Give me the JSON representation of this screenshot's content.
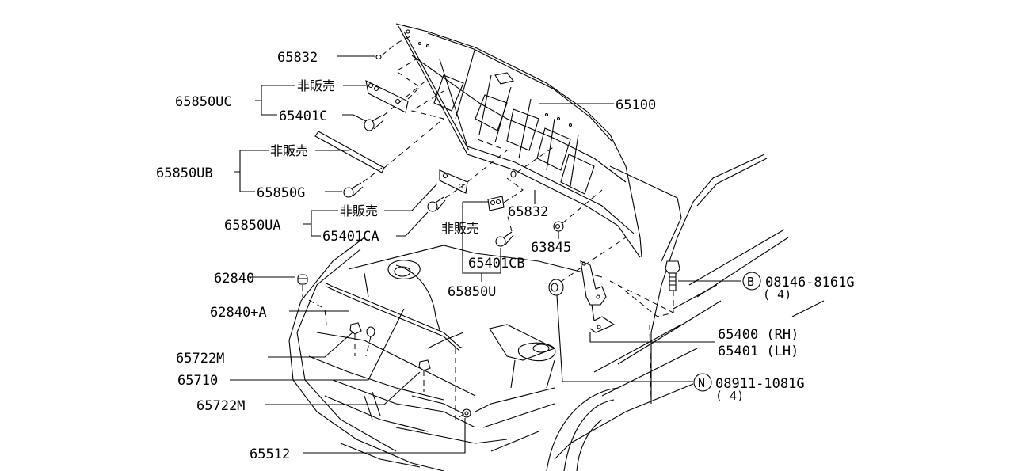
{
  "diagram": {
    "title": "Hood & fitting parts diagram",
    "callouts": {
      "p65832_top": "65832",
      "p65850UC": "65850UC",
      "not_for_sale_1": "非販売",
      "p65401C": "65401C",
      "p65100": "65100",
      "p65850UB": "65850UB",
      "not_for_sale_2": "非販売",
      "p65850G": "65850G",
      "p65850UA": "65850UA",
      "not_for_sale_3": "非販売",
      "p65401CA": "65401CA",
      "not_for_sale_4": "非販売",
      "p65832_mid": "65832",
      "p63845": "63845",
      "p65401CB": "65401CB",
      "p65850U": "65850U",
      "p62840": "62840",
      "p62840A": "62840+A",
      "p65722M_1": "65722M",
      "p65710": "65710",
      "p65722M_2": "65722M",
      "p65512": "65512",
      "bolt_mark": "B",
      "bolt_part": "08146-8161G",
      "bolt_qty": "( 4)",
      "hinge_rh": "65400 (RH)",
      "hinge_lh": "65401 (LH)",
      "nut_mark": "N",
      "nut_part": "08911-1081G",
      "nut_qty": "( 4)"
    }
  }
}
